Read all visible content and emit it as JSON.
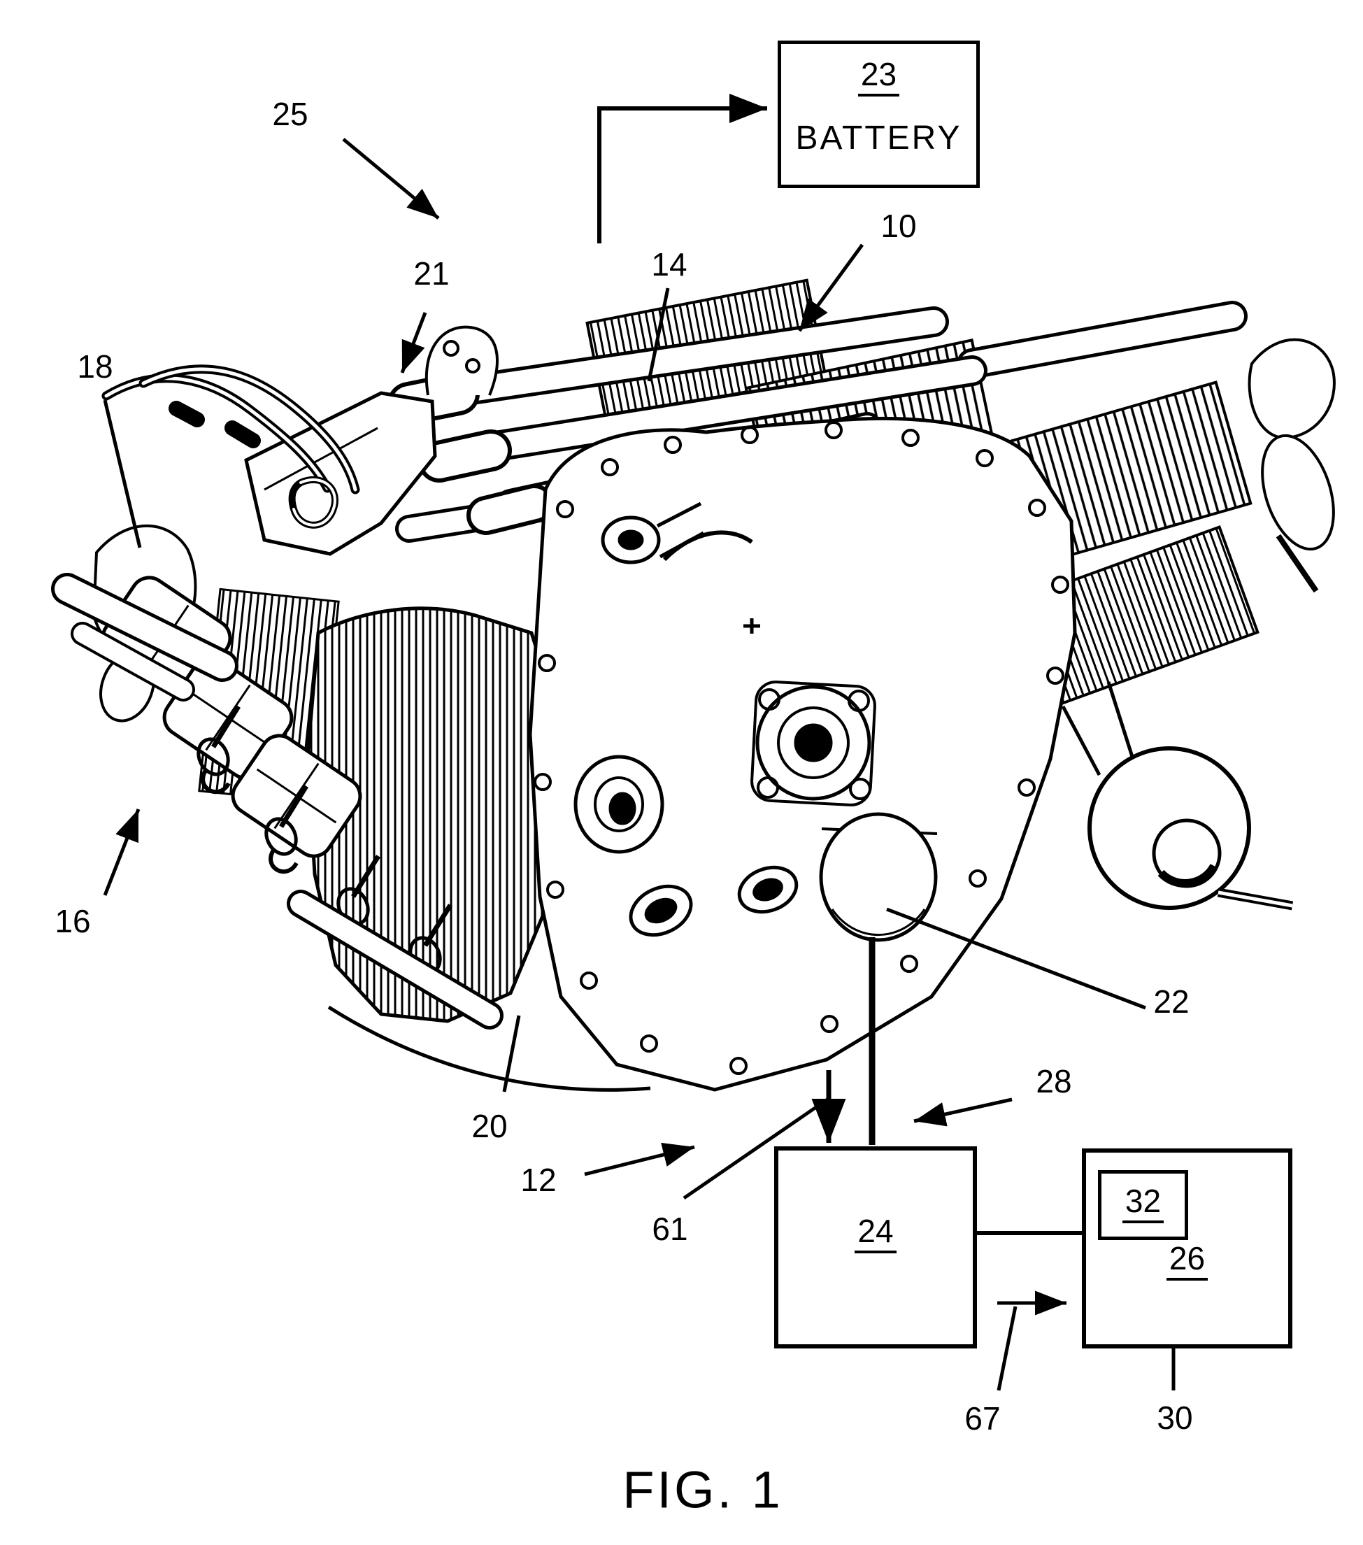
{
  "figure_caption": "FIG. 1",
  "battery": {
    "ref": "23",
    "name": "BATTERY"
  },
  "boxes": {
    "controller_ref": "24",
    "display_ref": "26",
    "display_inner_ref": "32"
  },
  "callouts": {
    "c10": "10",
    "c12": "12",
    "c14": "14",
    "c16": "16",
    "c18": "18",
    "c20": "20",
    "c21": "21",
    "c22": "22",
    "c25": "25",
    "c28": "28",
    "c30": "30",
    "c61": "61",
    "c67": "67"
  },
  "colors": {
    "ink": "#000000",
    "paper": "#ffffff"
  }
}
